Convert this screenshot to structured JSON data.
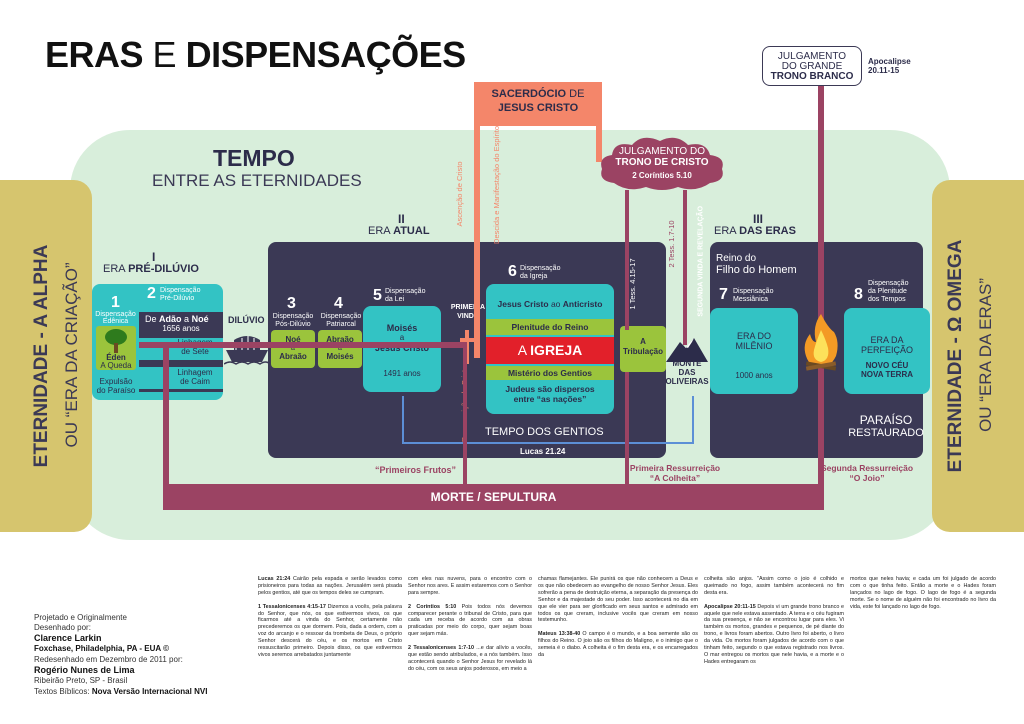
{
  "title": {
    "a": "ERAS",
    "b": "E",
    "c": "DISPENSAÇÕES"
  },
  "tempo": {
    "title": "TEMPO",
    "subtitle": "ENTRE AS ETERNIDADES"
  },
  "sides": {
    "left_a": "ETERNIDADE - A ALPHA",
    "left_b": "OU “ERA DA CRIAÇÃO”",
    "right_a": "ETERNIDADE - Ω OMEGA",
    "right_b": "OU “ERA DA ERAS”"
  },
  "era1": {
    "num": "I",
    "label_a": "ERA",
    "label_b": "PRÉ-DILÚVIO"
  },
  "era2": {
    "num": "II",
    "label_a": "ERA",
    "label_b": "ATUAL"
  },
  "era3": {
    "num": "III",
    "label_a": "ERA",
    "label_b": "DAS ERAS"
  },
  "d1": {
    "num": "1",
    "label": "Dispensação Edênica",
    "eden_a": "Éden",
    "eden_b": "A Queda",
    "expulsion_a": "Expulsão",
    "expulsion_b": "do Paraíso"
  },
  "d2": {
    "num": "2",
    "label_a": "Dispensação",
    "label_b": "Pré-Dilúvio",
    "range_a": "De",
    "range_b": "Adão",
    "range_c": "a",
    "range_d": "Noé",
    "years": "1656 anos",
    "seth_a": "Linhagem",
    "seth_b": "de Sete",
    "cain_a": "Linhagem",
    "cain_b": "de Caim"
  },
  "diluvio": "DILÚVIO",
  "d3": {
    "num": "3",
    "label_a": "Dispensação",
    "label_b": "Pós-Dilúvio",
    "a": "Noé",
    "b": "a",
    "c": "Abraão"
  },
  "d4": {
    "num": "4",
    "label_a": "Dispensação",
    "label_b": "Patriarcal",
    "a": "Abraão",
    "b": "a",
    "c": "Moisés"
  },
  "d5": {
    "num": "5",
    "label_a": "Dispensação",
    "label_b": "da Lei",
    "a": "Moisés",
    "b": "a",
    "c": "Jesus Cristo",
    "years": "1491 anos"
  },
  "primeira_vinda_a": "PRIMEIRA",
  "primeira_vinda_b": "VINDA",
  "ressurreicao": "Ressurreição de Cristo",
  "ascencao": "Ascenção de Cristo",
  "descida": "Descida e Manifestação do Espírito Santo",
  "sacerdocio_a": "SACERDÓCIO",
  "sacerdocio_b": "DE",
  "sacerdocio_c": "JESUS CRISTO",
  "d6": {
    "num": "6",
    "label_a": "Dispensação",
    "label_b": "da Igreja",
    "row1_a": "Jesus Cristo",
    "row1_b": "ao",
    "row1_c": "Anticristo",
    "row2": "Plenitude do Reino",
    "row3_a": "A",
    "row3_b": "IGREJA",
    "row4": "Mistério dos Gentios",
    "row5_a": "Judeus são dispersos",
    "row5_b": "entre “as nações”"
  },
  "tempo_gentios": "TEMPO DOS GENTIOS",
  "lucas": "Lucas 21.24",
  "tess1": "1 Tess. 4.15-17",
  "tess2": "2 Tess. 1.7-10",
  "segunda_vinda": "SEGUNDA VINDA E REVELAÇÃO",
  "tribulacao_a": "A",
  "tribulacao_b": "Tribulação",
  "monte_a": "MONTE",
  "monte_b": "DAS",
  "monte_c": "OLIVEIRAS",
  "julgamento_cristo": {
    "a": "JULGAMENTO",
    "b": "DO",
    "c": "TRONO DE CRISTO",
    "ref": "2 Coríntios 5.10"
  },
  "julgamento_grande": {
    "a": "JULGAMENTO",
    "b": "DO GRANDE",
    "c": "TRONO BRANCO",
    "ref_a": "Apocalipse",
    "ref_b": "20.11-15"
  },
  "reino": {
    "a": "Reino do",
    "b": "Filho do Homem"
  },
  "d7": {
    "num": "7",
    "label_a": "Dispensação",
    "label_b": "Messiânica",
    "a": "ERA DO",
    "b": "MILÊNIO",
    "years": "1000 anos"
  },
  "d8": {
    "num": "8",
    "label_a": "Dispensação",
    "label_b": "da Plenitude",
    "label_c": "dos Tempos",
    "a": "ERA DA",
    "b": "PERFEIÇÃO",
    "c": "NOVO CÉU",
    "d": "NOVA TERRA"
  },
  "paraiso": {
    "a": "PARAÍSO",
    "b": "RESTAURADO"
  },
  "primeiros_frutos": "“Primeiros Frutos”",
  "primeira_ress": {
    "a": "Primeira Ressurreição",
    "b": "“A Colheita”"
  },
  "segunda_ress": {
    "a": "Segunda Ressurreição",
    "b": "“O Joio”"
  },
  "morte": "MORTE / SEPULTURA",
  "credits": {
    "l1": "Projetado e Originalmente",
    "l2": "Desenhado por:",
    "l3": "Clarence Larkin",
    "l4": "Foxchase, Philadelphia, PA - EUA ©",
    "l5": "Redesenhado em Dezembro de 2011 por:",
    "l6": "Rogério Nunes de Lima",
    "l7": "Ribeirão Preto, SP - Brasil",
    "l8a": "Textos Bíblicos:",
    "l8b": "Nova Versão Internacional NVI"
  },
  "texts": {
    "c1_ref": "Lucas 21:24",
    "c1_body": "Cairão pela espada e serão levados como prisioneiros para todas as nações. Jerusalém será pisada pelos gentios, até que os tempos deles se cumpram.",
    "c1_ref2": "1 Tessalonicenses 4:15-17",
    "c1_body2": "Dizemos a vocês, pela palavra do Senhor, que nós, os que estivermos vivos, os que ficarmos até a vinda do Senhor, certamente não precederemos os que dormem. Pois, dada a ordem, com a voz do arcanjo e o ressoar da trombeta de Deus, o próprio Senhor descerá do céu, e os mortos em Cristo ressuscitarão primeiro. Depois disso, os que estivermos vivos seremos arrebatados juntamente",
    "c2_body": "com eles nas nuvens, para o encontro com o Senhor nos ares. E assim estaremos com o Senhor para sempre.",
    "c2_ref2": "2 Coríntios 5:10",
    "c2_body2": "Pois todos nós devemos comparecer perante o tribunal de Cristo, para que cada um receba de acordo com as obras praticadas por meio do corpo, quer sejam boas quer sejam más.",
    "c2_ref3": "2 Tessalonicenses 1:7-10",
    "c2_body3": "...e dar alívio a vocês, que estão sendo atribulados, e a nós também. Isso acontecerá quando o Senhor Jesus for revelado lá do céu, com os seus anjos poderosos, em meio a",
    "c3_body": "chamas flamejantes. Ele punirá os que não conhecem a Deus e os que não obedecem ao evangelho de nosso Senhor Jesus. Eles sofrerão a pena de destruição eterna, a separação da presença do Senhor e da majestade do seu poder. Isso acontecerá no dia em que ele vier para ser glorificado em seus santos e admirado em todos os que creram, inclusive vocês que creram em nosso testemunho.",
    "c3_ref2": "Mateus 13:38-40",
    "c3_body2": "O campo é o mundo, e a boa semente são os filhos do Reino. O joio são os filhos do Maligno, e o inimigo que o semeia é o diabo. A colheita é o fim desta era, e os encarregados da",
    "c4_body": "colheita são anjos. \"Assim como o joio é colhido e queimado no fogo, assim também acontecerá no fim desta era.",
    "c4_ref2": "Apocalipse 20:11-15",
    "c4_body2": "Depois vi um grande trono branco e aquele que nele estava assentado. A terra e o céu fugiram da sua presença, e não se encontrou lugar para eles. Vi também os mortos, grandes e pequenos, de pé diante do trono, e livros foram abertos. Outro livro foi aberto, o livro da vida. Os mortos foram julgados de acordo com o que tinham feito, segundo o que estava registrado nos livros. O mar entregou os mortos que nele havia, e a morte e o Hades entregaram os",
    "c5_body": "mortos que neles havia; e cada um foi julgado de acordo com o que tinha feito. Então a morte e o Hades foram lançados no lago de fogo. O lago de fogo é a segunda morte. Se o nome de alguém não foi encontrado no livro da vida, este foi lançado no lago de fogo."
  },
  "colors": {
    "navy": "#3b3955",
    "teal": "#33c3c4",
    "green": "#9bc43c",
    "salmon": "#f4866a",
    "red": "#e2202a",
    "maroon": "#9b4363",
    "mint": "#d8eedb",
    "gold": "#d6c56e"
  }
}
